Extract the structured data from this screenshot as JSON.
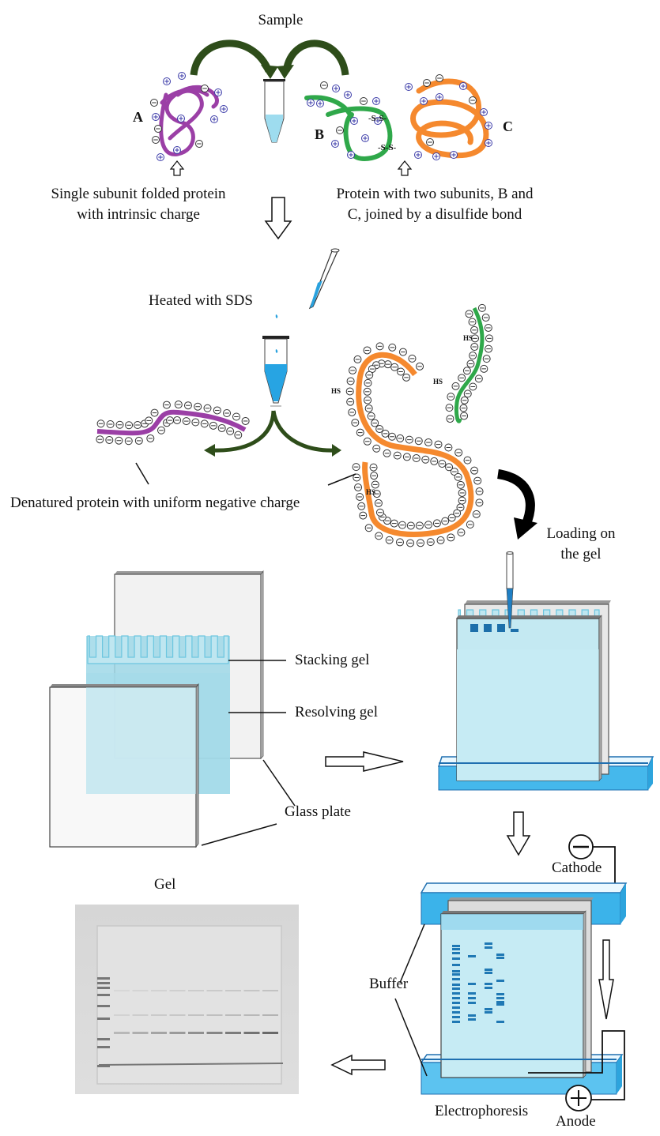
{
  "labels": {
    "sample": "Sample",
    "protein_a": "A",
    "protein_b": "B",
    "protein_c": "C",
    "single_subunit_line1": "Single subunit folded protein",
    "single_subunit_line2": "with intrinsic charge",
    "two_subunit_line1": "Protein with two subunits, B and",
    "two_subunit_line2": "C, joined by a disulfide bond",
    "heated_with_sds": "Heated with SDS",
    "denatured": "Denatured protein with uniform negative charge",
    "loading_line1": "Loading on",
    "loading_line2": "the gel",
    "stacking_gel": "Stacking gel",
    "resolving_gel": "Resolving gel",
    "glass_plate": "Glass plate",
    "cathode": "Cathode",
    "anode": "Anode",
    "buffer": "Buffer",
    "electrophoresis": "Electrophoresis",
    "gel": "Gel",
    "disulfide_top": "-S-S-",
    "disulfide_bottom": "-S-S-",
    "hs": "HS"
  },
  "colors": {
    "protein_a": "#9b3fa6",
    "protein_b": "#2fa84a",
    "protein_c": "#f5892e",
    "arrow_green": "#2e4d1a",
    "gel_blue": "#bfe6f0",
    "gel_blue_dark": "#9fd8e8",
    "buffer_blue": "#3bb3ea",
    "band_blue": "#1f78b4",
    "glass": "#f2f2f2",
    "positive_charge": "#3a3aa8",
    "negative_charge": "#333333"
  },
  "gel_photo": {
    "lanes": 10,
    "ladder_band_count": 8
  }
}
